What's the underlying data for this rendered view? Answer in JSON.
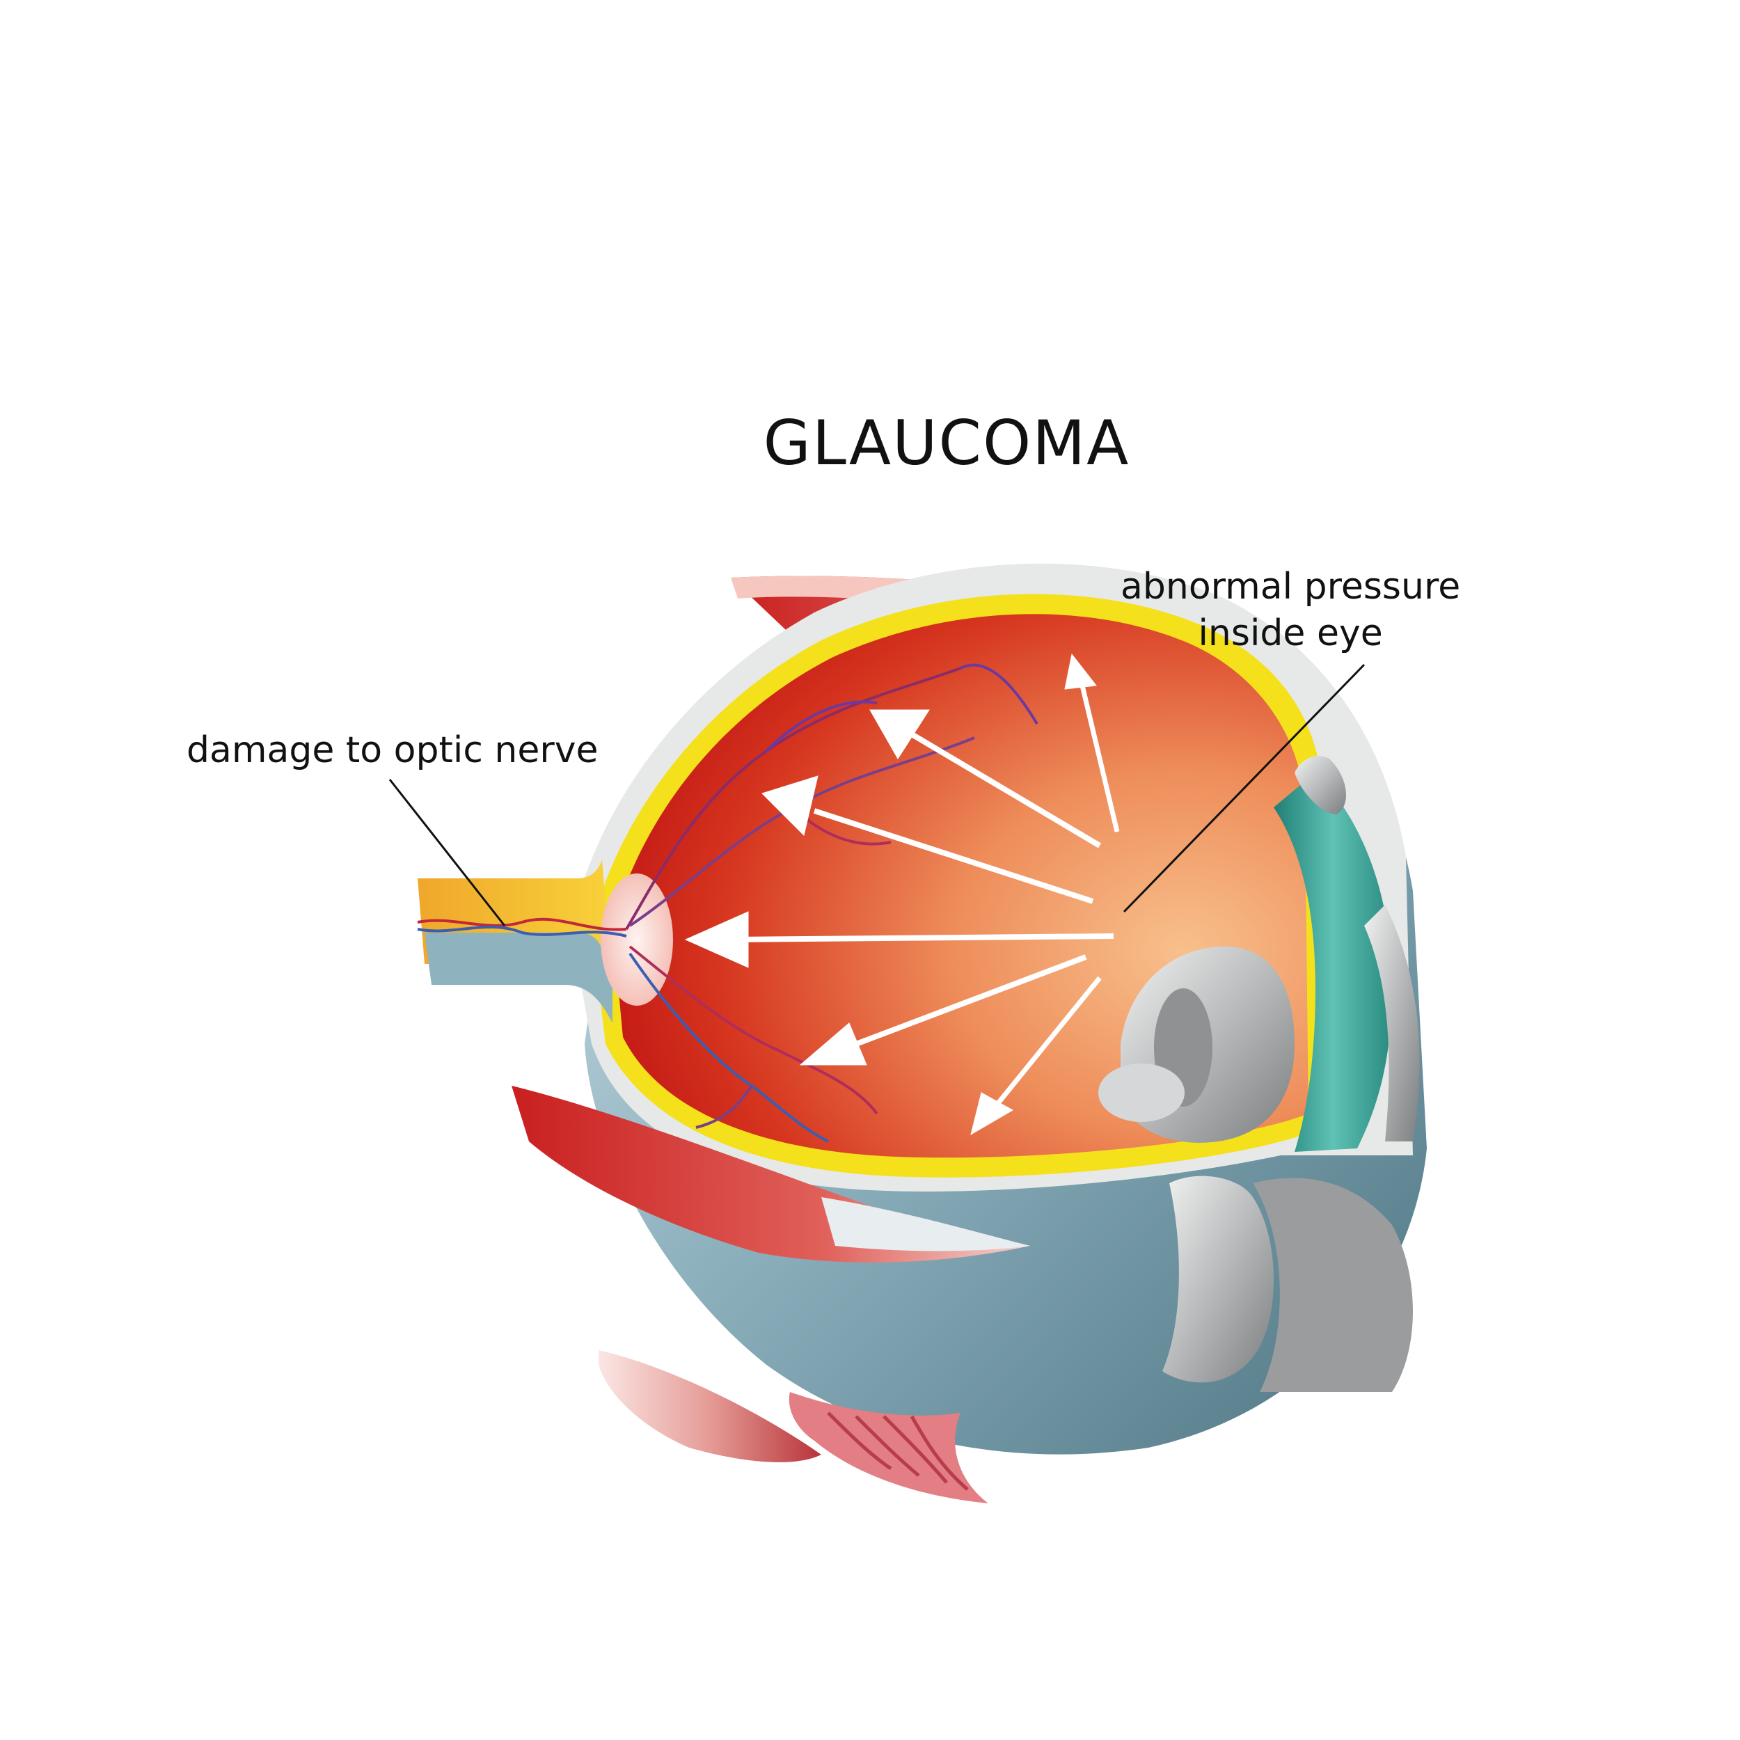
{
  "title": "GLAUCOMA",
  "labels": {
    "optic_nerve": "damage to optic nerve",
    "pressure_line1": "abnormal pressure",
    "pressure_line2": "inside eye"
  },
  "colors": {
    "background": "#ffffff",
    "interior_red": "#c1121b",
    "interior_orange": "#f6b27e",
    "retina_yellow": "#f4e11c",
    "sclera_blue": "#8fb2bf",
    "muscle_red": "#c9302c",
    "lens_gray": "#b9bcbd",
    "ciliary_teal": "#2f9b8f",
    "arrow_white": "#ffffff"
  }
}
